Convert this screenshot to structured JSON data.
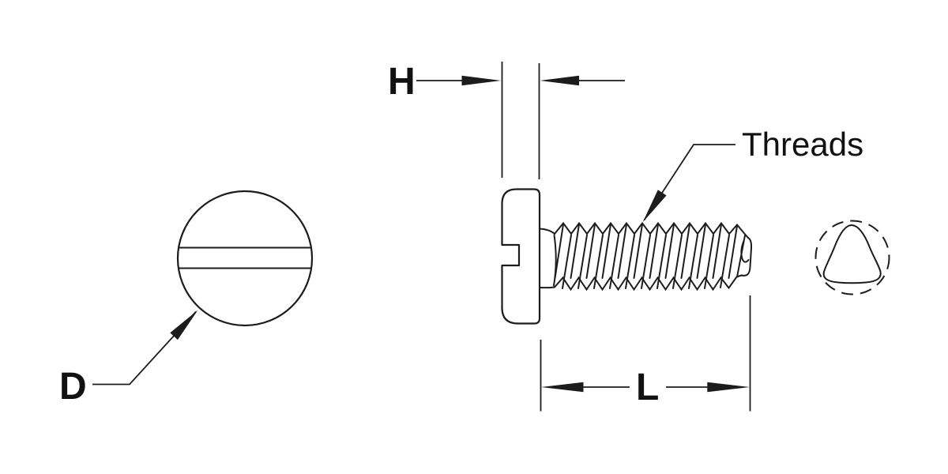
{
  "labels": {
    "head_height": "H",
    "length": "L",
    "head_diameter": "D",
    "threads": "Threads"
  },
  "colors": {
    "line": "#1c1c1c",
    "text": "#111111",
    "background": "#ffffff"
  },
  "shapes": {
    "left_view": "screw-head-top-view-with-drive-slot",
    "center_view": "slotted-pan-head-screw-side-view",
    "right_view": "trilobular-thread-cross-section"
  }
}
